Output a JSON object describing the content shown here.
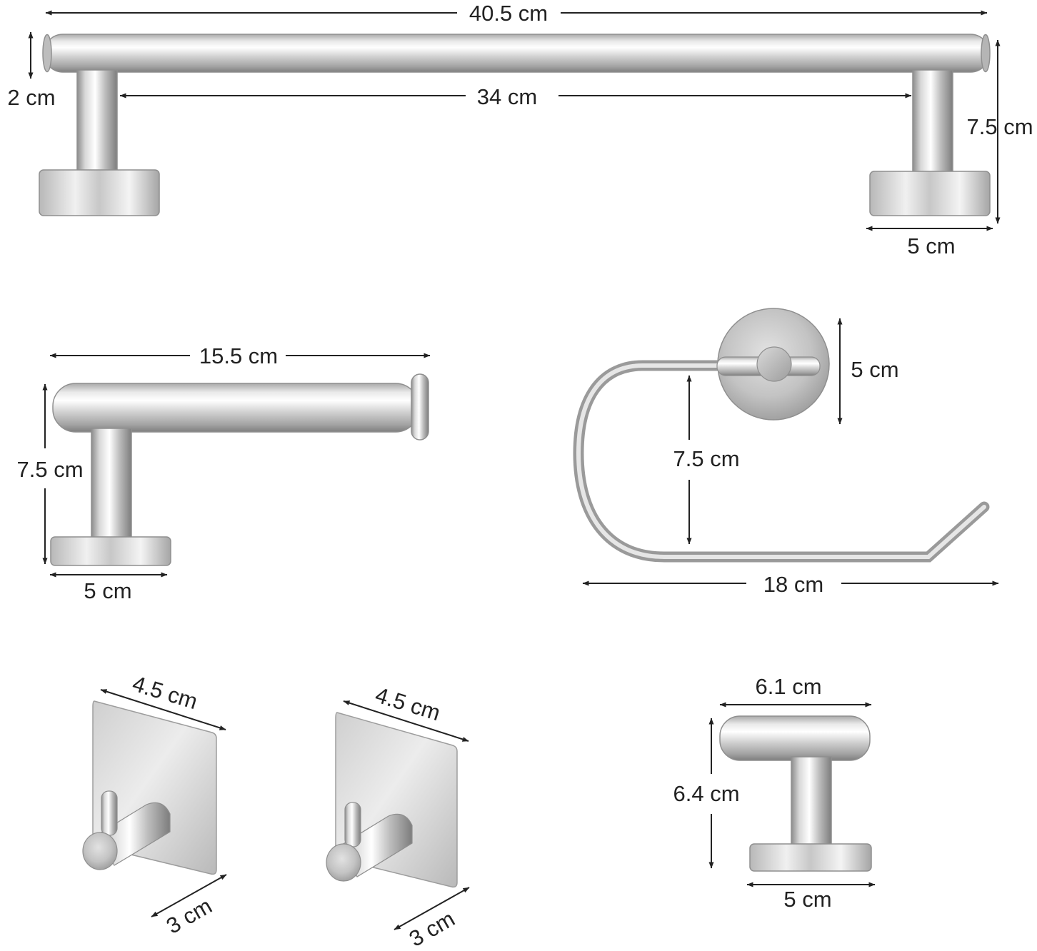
{
  "colors": {
    "background": "#ffffff",
    "dimension_line": "#222222",
    "metal_light": "#f4f4f4",
    "metal_mid": "#c9c9c9",
    "metal_dark": "#8e8e8e"
  },
  "icons": {
    "arrowhead": "arrowhead-icon",
    "arrowhead-start": "arrowhead-start-icon"
  },
  "items": {
    "towel_bar": {
      "length": "40.5 cm",
      "inner_span": "34 cm",
      "bar_diameter": "2 cm",
      "height": "7.5 cm",
      "base_diameter": "5 cm"
    },
    "toilet_paper_holder": {
      "length": "15.5 cm",
      "height": "7.5 cm",
      "base_diameter": "5 cm"
    },
    "towel_ring": {
      "base_diameter": "5 cm",
      "ring_height": "7.5 cm",
      "width": "18 cm"
    },
    "adhesive_hook_1": {
      "plate_width": "4.5 cm",
      "plate_depth": "3 cm"
    },
    "adhesive_hook_2": {
      "plate_width": "4.5 cm",
      "plate_depth": "3 cm"
    },
    "robe_hook": {
      "width": "6.1 cm",
      "height": "6.4 cm",
      "base_diameter": "5 cm"
    }
  }
}
